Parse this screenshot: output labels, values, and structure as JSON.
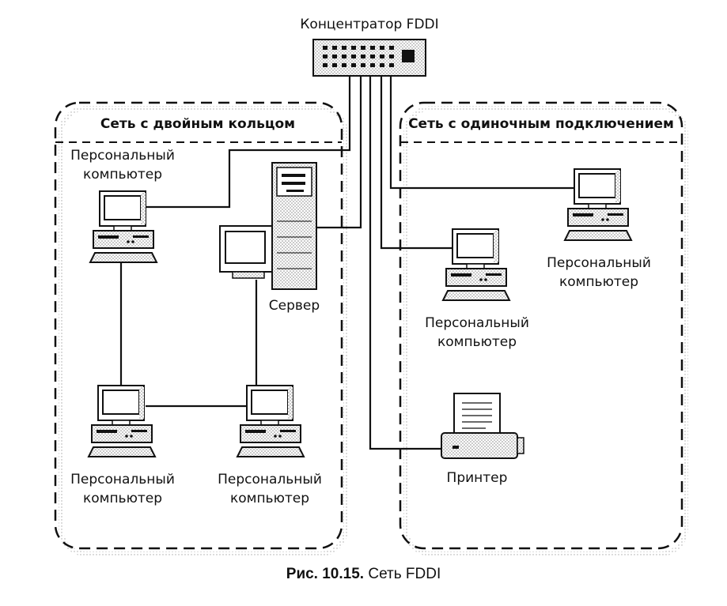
{
  "hub": {
    "label": "Концентратор FDDI"
  },
  "groups": {
    "dual_ring": {
      "title": "Сеть с двойным кольцом"
    },
    "single_attach": {
      "title": "Сеть с одиночным подключением"
    }
  },
  "nodes": {
    "pc_ring_top": {
      "line1": "Персональный",
      "line2": "компьютер"
    },
    "server": {
      "label": "Сервер"
    },
    "pc_ring_bottom_left": {
      "line1": "Персональный",
      "line2": "компьютер"
    },
    "pc_ring_bottom_right": {
      "line1": "Персональный",
      "line2": "компьютер"
    },
    "pc_single_right": {
      "line1": "Персональный",
      "line2": "компьютер"
    },
    "pc_single_middle": {
      "line1": "Персональный",
      "line2": "компьютер"
    },
    "printer": {
      "label": "Принтер"
    }
  },
  "caption": {
    "prefix": "Рис. 10.15.",
    "text": "Сеть FDDI"
  }
}
